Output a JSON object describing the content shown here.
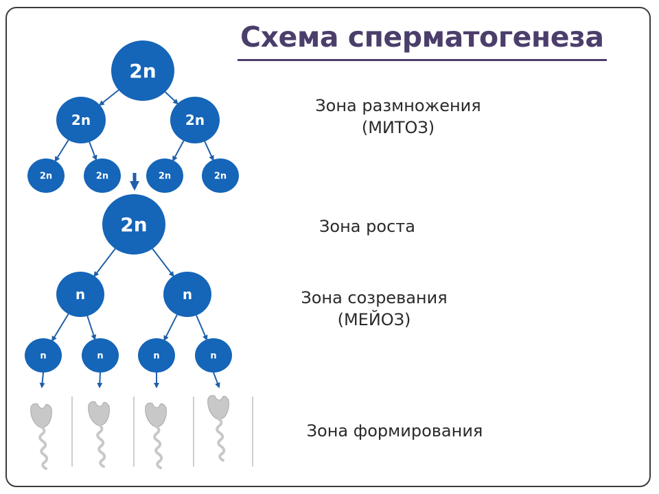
{
  "title": "Схема сперматогенеза",
  "zones": {
    "reproduction": {
      "line1": "Зона размножения",
      "line2": "(МИТОЗ)"
    },
    "growth": {
      "line1": "Зона роста"
    },
    "maturation": {
      "line1": "Зона созревания",
      "line2": "(МЕЙОЗ)"
    },
    "formation": {
      "line1": "Зона формирования"
    }
  },
  "cells": {
    "diploid": "2n",
    "haploid": "n"
  },
  "colors": {
    "cell_fill": "#1565b8",
    "cell_text": "#ffffff",
    "arrow": "#1f5fa8",
    "title": "#4c3e6b",
    "sperm": "#c8c8c8"
  }
}
